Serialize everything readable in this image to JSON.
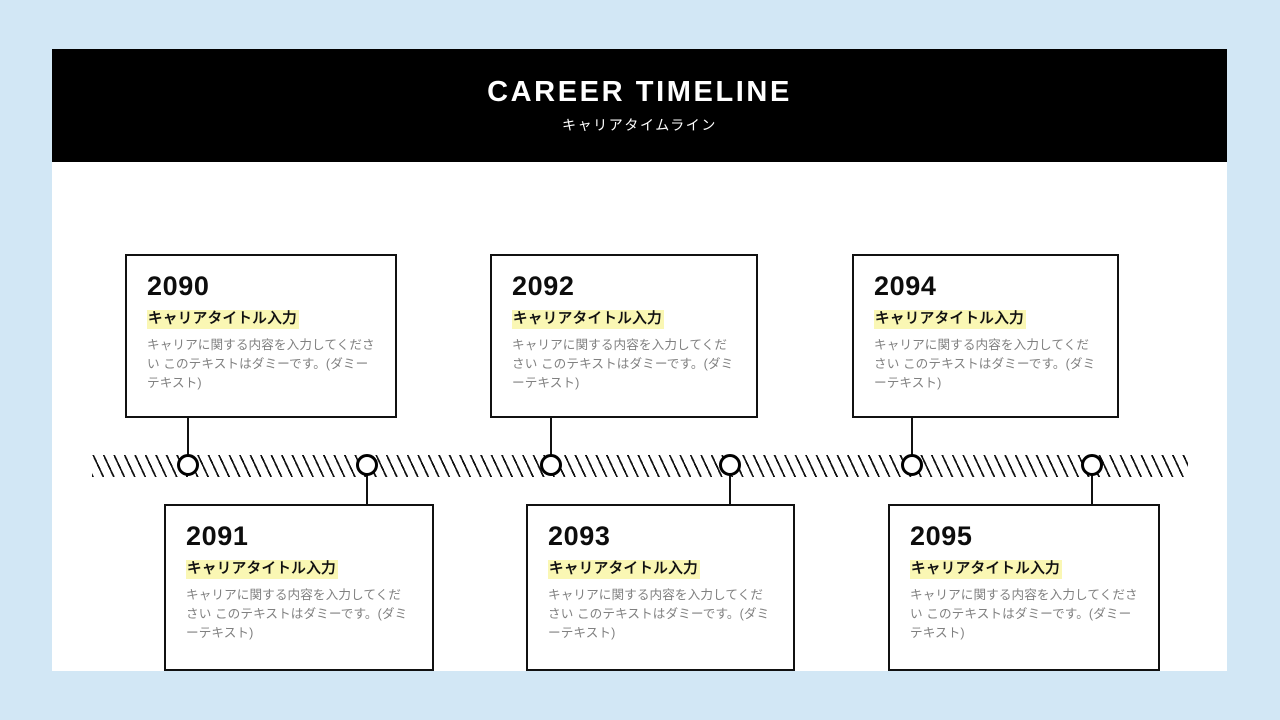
{
  "header": {
    "title": "CAREER TIMELINE",
    "subtitle": "キャリアタイムライン"
  },
  "colors": {
    "canvas_background": "#d2e7f5",
    "slide_background": "#ffffff",
    "header_background": "#000000",
    "header_text": "#ffffff",
    "card_border": "#111111",
    "year_text": "#0d0d0d",
    "title_highlight": "#faf7b4",
    "body_text": "#808080",
    "axis_hatch": "#111111",
    "node_fill": "#ffffff",
    "node_border": "#000000"
  },
  "timeline": {
    "axis_style": "hatched-band",
    "node_count": 6,
    "entries": [
      {
        "year": "2090",
        "title": "キャリアタイトル入力",
        "body": "キャリアに関する内容を入力してください このテキストはダミーです。(ダミーテキスト)",
        "position": "above"
      },
      {
        "year": "2091",
        "title": "キャリアタイトル入力",
        "body": "キャリアに関する内容を入力してください このテキストはダミーです。(ダミーテキスト)",
        "position": "below"
      },
      {
        "year": "2092",
        "title": "キャリアタイトル入力",
        "body": "キャリアに関する内容を入力してください このテキストはダミーです。(ダミーテキスト)",
        "position": "above"
      },
      {
        "year": "2093",
        "title": "キャリアタイトル入力",
        "body": "キャリアに関する内容を入力してください このテキストはダミーです。(ダミーテキスト)",
        "position": "below"
      },
      {
        "year": "2094",
        "title": "キャリアタイトル入力",
        "body": "キャリアに関する内容を入力してください このテキストはダミーです。(ダミーテキスト)",
        "position": "above"
      },
      {
        "year": "2095",
        "title": "キャリアタイトル入力",
        "body": "キャリアに関する内容を入力してください このテキストはダミーです。(ダミーテキスト)",
        "position": "below"
      }
    ]
  }
}
